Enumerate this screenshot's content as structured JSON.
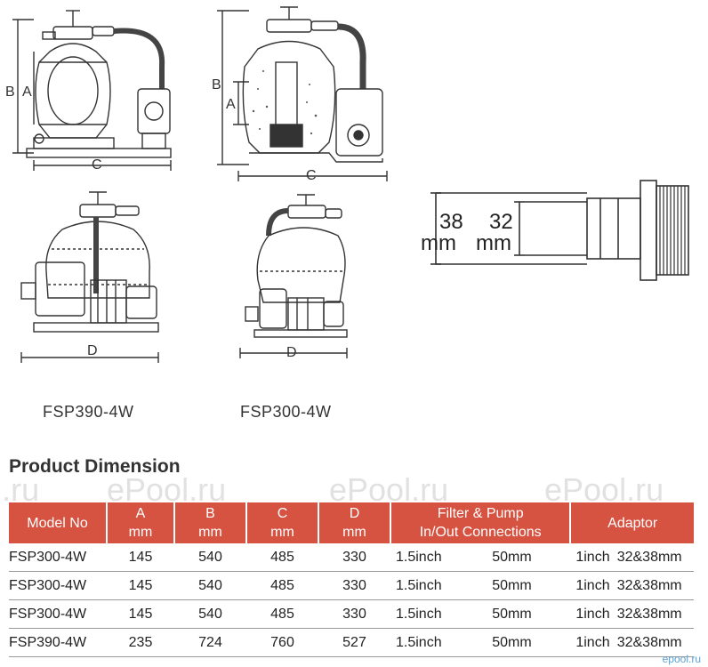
{
  "figures": {
    "tl": {
      "dim_a": "A",
      "dim_b": "B",
      "dim_c": "C"
    },
    "tr": {
      "dim_a": "A",
      "dim_b": "B",
      "dim_c": "C"
    },
    "bl": {
      "dim_d": "D"
    },
    "bm": {
      "dim_d": "D"
    },
    "adaptor": {
      "outer_top": "38",
      "outer_bot": "mm",
      "inner_top": "32",
      "inner_bot": "mm"
    }
  },
  "models": {
    "left": "FSP390-4W",
    "right": "FSP300-4W"
  },
  "section_title": "Product Dimension",
  "watermark": "ePool.ru",
  "table": {
    "headers": {
      "model": "Model No",
      "a": "A",
      "a_unit": "mm",
      "b": "B",
      "b_unit": "mm",
      "c": "C",
      "c_unit": "mm",
      "d": "D",
      "d_unit": "mm",
      "conn1": "Filter & Pump",
      "conn2": "In/Out Connections",
      "adaptor": "Adaptor"
    },
    "rows": [
      {
        "model": "FSP300-4W",
        "a": "145",
        "b": "540",
        "c": "485",
        "d": "330",
        "conn_inch": "1.5inch",
        "conn_mm": "50mm",
        "ad_inch": "1inch",
        "ad_mm": "32&38mm"
      },
      {
        "model": "FSP300-4W",
        "a": "145",
        "b": "540",
        "c": "485",
        "d": "330",
        "conn_inch": "1.5inch",
        "conn_mm": "50mm",
        "ad_inch": "1inch",
        "ad_mm": "32&38mm"
      },
      {
        "model": "FSP300-4W",
        "a": "145",
        "b": "540",
        "c": "485",
        "d": "330",
        "conn_inch": "1.5inch",
        "conn_mm": "50mm",
        "ad_inch": "1inch",
        "ad_mm": "32&38mm"
      },
      {
        "model": "FSP390-4W",
        "a": "235",
        "b": "724",
        "c": "760",
        "d": "527",
        "conn_inch": "1.5inch",
        "conn_mm": "50mm",
        "ad_inch": "1inch",
        "ad_mm": "32&38mm"
      }
    ]
  },
  "footer_mark": "epool.ru",
  "colors": {
    "header_bg": "#d65241",
    "line": "#333333",
    "accent_link": "#5aa3d6"
  }
}
